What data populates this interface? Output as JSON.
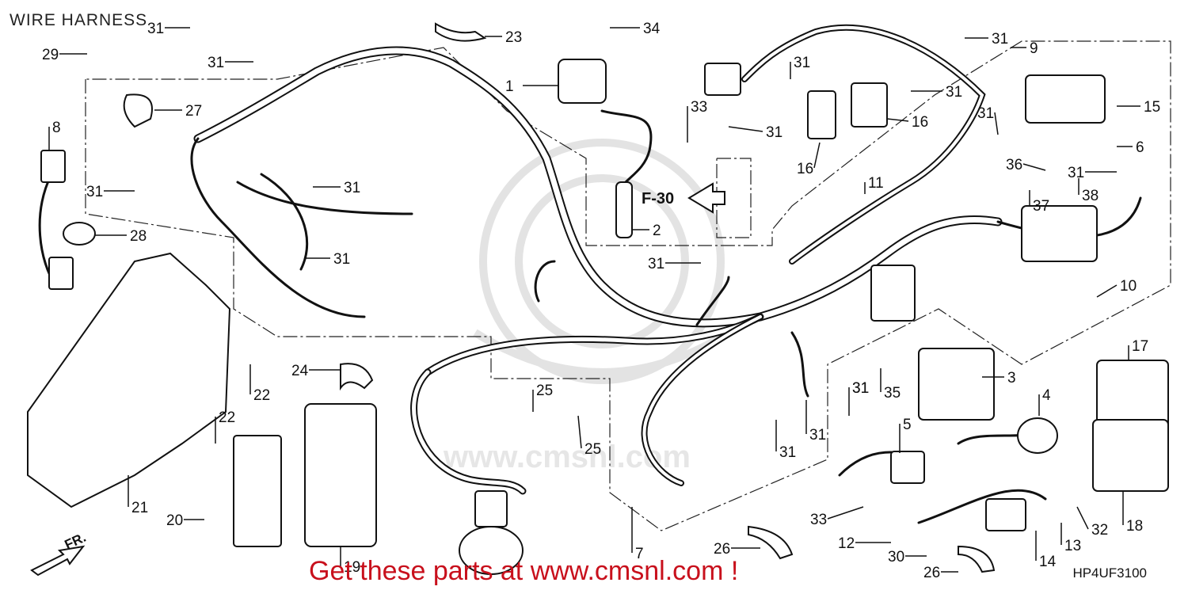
{
  "title": "WIRE HARNESS",
  "diagram_code": "HP4UF3100",
  "promo": "Get these parts at www.cmsnl.com !",
  "section_ref": "F-30",
  "direction": "FR.",
  "watermark": "www.cmsnl.com",
  "colors": {
    "ink": "#111111",
    "promo": "#c8101c",
    "watermark": "#dddddd"
  },
  "callouts": [
    {
      "id": "c1",
      "label": "1"
    },
    {
      "id": "c2",
      "label": "2"
    },
    {
      "id": "c3",
      "label": "3"
    },
    {
      "id": "c4",
      "label": "4"
    },
    {
      "id": "c5",
      "label": "5"
    },
    {
      "id": "c6",
      "label": "6"
    },
    {
      "id": "c7",
      "label": "7"
    },
    {
      "id": "c8",
      "label": "8"
    },
    {
      "id": "c9",
      "label": "9"
    },
    {
      "id": "c10",
      "label": "10"
    },
    {
      "id": "c11",
      "label": "11"
    },
    {
      "id": "c12",
      "label": "12"
    },
    {
      "id": "c13",
      "label": "13"
    },
    {
      "id": "c14",
      "label": "14"
    },
    {
      "id": "c15",
      "label": "15"
    },
    {
      "id": "c16a",
      "label": "16"
    },
    {
      "id": "c16b",
      "label": "16"
    },
    {
      "id": "c17",
      "label": "17"
    },
    {
      "id": "c18",
      "label": "18"
    },
    {
      "id": "c19",
      "label": "19"
    },
    {
      "id": "c20",
      "label": "20"
    },
    {
      "id": "c21",
      "label": "21"
    },
    {
      "id": "c22a",
      "label": "22"
    },
    {
      "id": "c22b",
      "label": "22"
    },
    {
      "id": "c23",
      "label": "23"
    },
    {
      "id": "c24",
      "label": "24"
    },
    {
      "id": "c25a",
      "label": "25"
    },
    {
      "id": "c25b",
      "label": "25"
    },
    {
      "id": "c26a",
      "label": "26"
    },
    {
      "id": "c26b",
      "label": "26"
    },
    {
      "id": "c27",
      "label": "27"
    },
    {
      "id": "c28",
      "label": "28"
    },
    {
      "id": "c29",
      "label": "29"
    },
    {
      "id": "c30",
      "label": "30"
    },
    {
      "id": "c31a",
      "label": "31"
    },
    {
      "id": "c31b",
      "label": "31"
    },
    {
      "id": "c31c",
      "label": "31"
    },
    {
      "id": "c31d",
      "label": "31"
    },
    {
      "id": "c31e",
      "label": "31"
    },
    {
      "id": "c31f",
      "label": "31"
    },
    {
      "id": "c31g",
      "label": "31"
    },
    {
      "id": "c31h",
      "label": "31"
    },
    {
      "id": "c31i",
      "label": "31"
    },
    {
      "id": "c31j",
      "label": "31"
    },
    {
      "id": "c31k",
      "label": "31"
    },
    {
      "id": "c31l",
      "label": "31"
    },
    {
      "id": "c31m",
      "label": "31"
    },
    {
      "id": "c31n",
      "label": "31"
    },
    {
      "id": "c31o",
      "label": "31"
    },
    {
      "id": "c31p",
      "label": "31"
    },
    {
      "id": "c32",
      "label": "32"
    },
    {
      "id": "c33a",
      "label": "33"
    },
    {
      "id": "c33b",
      "label": "33"
    },
    {
      "id": "c34",
      "label": "34"
    },
    {
      "id": "c35",
      "label": "35"
    },
    {
      "id": "c36",
      "label": "36"
    },
    {
      "id": "c37",
      "label": "37"
    },
    {
      "id": "c38",
      "label": "38"
    }
  ]
}
